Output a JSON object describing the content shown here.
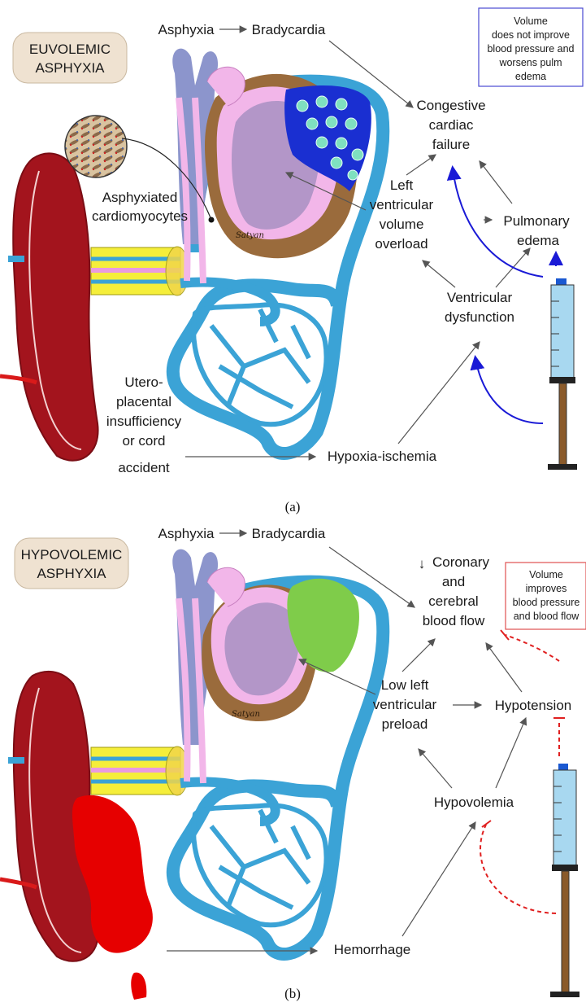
{
  "panel_a": {
    "badge_line1": "EUVOLEMIC",
    "badge_line2": "ASPHYXIA",
    "asphyxia": "Asphyxia",
    "bradycardia": "Bradycardia",
    "note_line1": "Volume",
    "note_line2": "does not improve",
    "note_line3": "blood pressure and",
    "note_line4": "worsens pulm",
    "note_line5": "edema",
    "ccf_line1": "Congestive",
    "ccf_line2": "cardiac",
    "ccf_line3": "failure",
    "cardio_line1": "Asphyxiated",
    "cardio_line2": "cardiomyocytes",
    "lvo_line1": "Left",
    "lvo_line2": "ventricular",
    "lvo_line3": "volume",
    "lvo_line4": "overload",
    "pe_line1": "Pulmonary",
    "pe_line2": "edema",
    "vd_line1": "Ventricular",
    "vd_line2": "dysfunction",
    "upi_line1": "Utero-",
    "upi_line2": "placental",
    "upi_line3": "insufficiency",
    "upi_line4": "or cord",
    "upi_line5": "accident",
    "hypoxia": "Hypoxia-ischemia",
    "signature": "Satyan",
    "caption": "(a)"
  },
  "panel_b": {
    "badge_line1": "HYPOVOLEMIC",
    "badge_line2": "ASPHYXIA",
    "asphyxia": "Asphyxia",
    "bradycardia": "Bradycardia",
    "coronary_arrow": "↓",
    "cbf_line1": "Coronary",
    "cbf_line2": "and",
    "cbf_line3": "cerebral",
    "cbf_line4": "blood flow",
    "note_line1": "Volume",
    "note_line2": "improves",
    "note_line3": "blood pressure",
    "note_line4": "and blood flow",
    "llvp_line1": "Low left",
    "llvp_line2": "ventricular",
    "llvp_line3": "preload",
    "hypotension": "Hypotension",
    "hypovolemia": "Hypovolemia",
    "hemorrhage": "Hemorrhage",
    "signature": "Satyan",
    "caption": "(b)"
  },
  "colors": {
    "vessel_blue": "#3ba3d6",
    "placenta_red": "#a3141d",
    "blood_red": "#e60000",
    "heart_pink": "#f2b6e9",
    "heart_purple": "#b396c8",
    "vein_blue": "#8c95cc",
    "heart_brown": "#9a6b3c",
    "cord_yellow": "#f5ee3a",
    "lung_fluid_blue": "#1a2fd1",
    "lung_green": "#7fcc4a",
    "badge_bg": "#efe2d1",
    "arrow_blue": "#1a1ad6",
    "inhibit_red": "#e02020"
  }
}
